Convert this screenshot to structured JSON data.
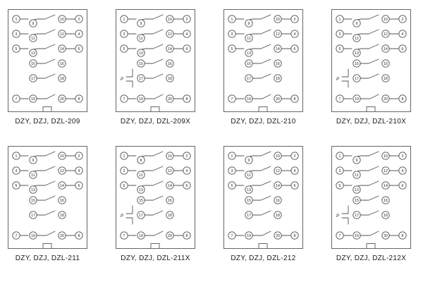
{
  "page": {
    "background": "#ffffff",
    "line_color": "#555555",
    "text_color": "#222222"
  },
  "p_label": "P",
  "terminal_rows": [
    [
      "1",
      "9",
      "10",
      "2"
    ],
    [
      "3",
      "11",
      "12",
      "4"
    ],
    [
      "5",
      "13",
      "14",
      "6"
    ],
    [
      "",
      "15",
      "16",
      ""
    ],
    [
      "",
      "17",
      "18",
      ""
    ],
    [
      "7",
      "19",
      "20",
      "8"
    ]
  ],
  "panels": [
    {
      "label": "DZY, DZJ, DZL-209",
      "p_marker": false
    },
    {
      "label": "DZY, DZJ, DZL-209X",
      "p_marker": true
    },
    {
      "label": "DZY, DZJ, DZL-210",
      "p_marker": false
    },
    {
      "label": "DZY, DZJ, DZL-210X",
      "p_marker": true
    },
    {
      "label": "DZY, DZJ, DZL-211",
      "p_marker": false
    },
    {
      "label": "DZY, DZJ, DZL-211X",
      "p_marker": true
    },
    {
      "label": "DZY, DZJ, DZL-212",
      "p_marker": false
    },
    {
      "label": "DZY, DZJ, DZL-212X",
      "p_marker": true
    }
  ]
}
